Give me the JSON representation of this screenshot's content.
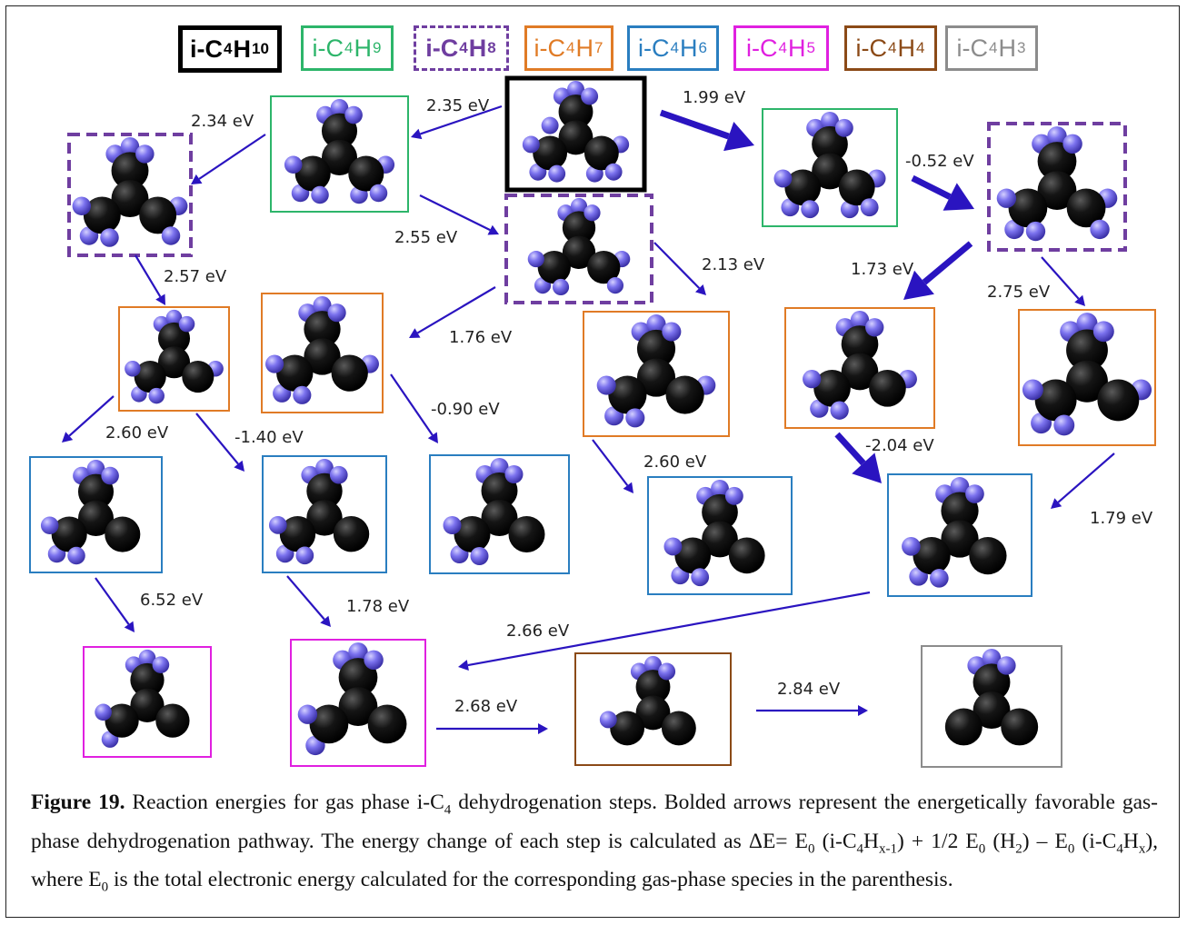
{
  "legend": [
    {
      "base": "i-C",
      "c_sub": "4",
      "h": "H",
      "h_sub": "10",
      "color": "#000000",
      "style": "solid-bold",
      "bold": true
    },
    {
      "base": "i-C",
      "c_sub": "4",
      "h": "H",
      "h_sub": "9",
      "color": "#2db56a",
      "style": "solid",
      "bold": false
    },
    {
      "base": "i-C",
      "c_sub": "4",
      "h": "H",
      "h_sub": "8",
      "color": "#6f3ea0",
      "style": "dashed",
      "bold": true
    },
    {
      "base": "i-C",
      "c_sub": "4",
      "h": "H",
      "h_sub": "7",
      "color": "#e07b26",
      "style": "solid",
      "bold": false
    },
    {
      "base": "i-C",
      "c_sub": "4",
      "h": "H",
      "h_sub": "6",
      "color": "#2a7ec0",
      "style": "solid",
      "bold": false
    },
    {
      "base": "i-C",
      "c_sub": "4",
      "h": "H",
      "h_sub": "5",
      "color": "#e020e0",
      "style": "solid",
      "bold": false
    },
    {
      "base": "i-C",
      "c_sub": "4",
      "h": "H",
      "h_sub": "4",
      "color": "#8b4a17",
      "style": "solid",
      "bold": false
    },
    {
      "base": "i-C",
      "c_sub": "4",
      "h": "H",
      "h_sub": "3",
      "color": "#8c8c8c",
      "style": "solid",
      "bold": false
    }
  ],
  "energies": {
    "e1": "2.35 eV",
    "e2": "1.99 eV",
    "e3": "2.34 eV",
    "e4": "2.55 eV",
    "e5": "-0.52 eV",
    "e6": "2.57 eV",
    "e7": "2.13 eV",
    "e8": "1.73 eV",
    "e9": "2.75 eV",
    "e10": "1.76 eV",
    "e11": "-0.90 eV",
    "e12": "2.60 eV",
    "e13": "-1.40 eV",
    "e14": "-2.04 eV",
    "e15": "2.60 eV",
    "e16": "1.79 eV",
    "e17": "6.52 eV",
    "e18": "1.78 eV",
    "e19": "2.66 eV",
    "e20": "2.68 eV",
    "e21": "2.84 eV"
  },
  "colors": {
    "arrow": "#2a14c0",
    "carbon": "#111111",
    "hydrogen": "#7a70e8"
  },
  "caption": {
    "label": "Figure 19.",
    "text_a": "  Reaction energies for gas phase i-C",
    "sub_a": "4",
    "text_b": " dehydrogenation steps. Bolded arrows represent the energetically favorable gas-phase dehydrogenation pathway. The energy change of each step is calculated as ΔE= E",
    "sub_b": "0",
    "text_c": " (i-C",
    "sub_c": "4",
    "text_d": "H",
    "sub_d": "x-1",
    "text_e": ") + 1/2 E",
    "sub_e": "0",
    "text_f": " (H",
    "sub_f": "2",
    "text_g": ") – E",
    "sub_g": "0",
    "text_h": " (i-C",
    "sub_h": "4",
    "text_i": "H",
    "sub_i": "x",
    "text_j": "), where E",
    "sub_j": "0",
    "text_k": " is the total electronic energy calculated for the corresponding gas-phase species in the parenthesis."
  }
}
